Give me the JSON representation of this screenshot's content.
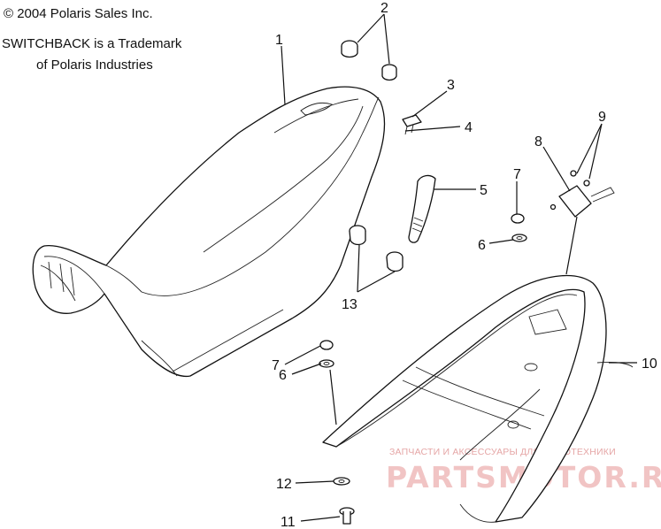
{
  "copyright": "© 2004 Polaris Sales Inc.",
  "trademark_line1": "SWITCHBACK is a Trademark",
  "trademark_line2": "of Polaris Industries",
  "callouts": [
    "1",
    "2",
    "3",
    "4",
    "5",
    "6",
    "7",
    "8",
    "9",
    "10",
    "11",
    "12",
    "13",
    "6",
    "7"
  ],
  "watermark": {
    "subtitle": "ЗАПЧАСТИ И АКСЕССУАРЫ ДЛЯ МОТОТЕХНИКИ",
    "brand": "PARTSMOTOR.RU",
    "color": "#e8a0a0"
  }
}
